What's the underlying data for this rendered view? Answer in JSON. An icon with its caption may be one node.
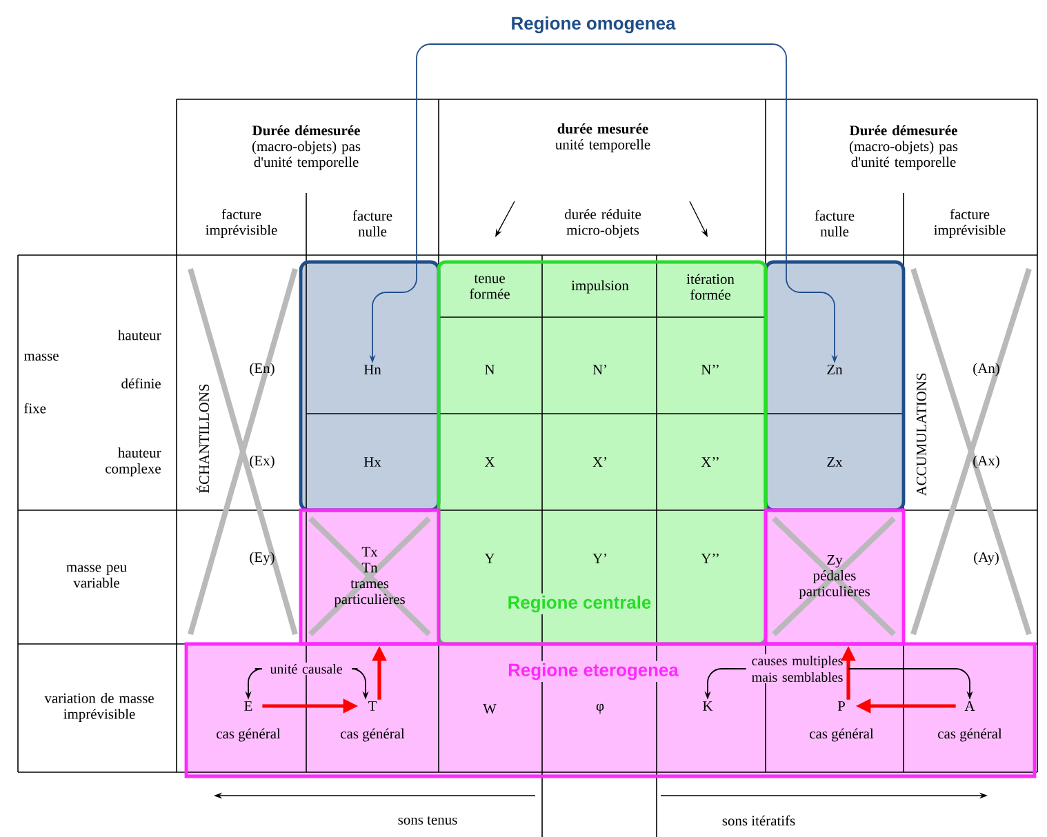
{
  "diagram": {
    "title": "Regione omogenea",
    "nodes": [
      {
        "text": [],
        "shape": "box"
      },
      {
        "text": [
          "Hn"
        ],
        "in": 0
      },
      {
        "text": [
          "Hx"
        ],
        "in": 0
      },
      {
        "text": [],
        "shape": "box"
      },
      {
        "text": [
          "Zn"
        ],
        "in": 3
      },
      {
        "text": [
          "Zx"
        ],
        "in": 3
      },
      {
        "text": [
          "Regione centrale"
        ]
      },
      {
        "text": [
          "Tx",
          "Tn",
          "trames particulières"
        ]
      },
      {
        "text": [
          "Zy",
          "pédales particulières"
        ]
      },
      {
        "text": [
          "Regione eterogenea"
        ]
      },
      {
        "text": [
          "E",
          "cas général"
        ],
        "in": 9
      },
      {
        "text": [
          "T",
          "cas général"
        ],
        "in": 9
      },
      {
        "text": [
          "W"
        ],
        "in": 9
      },
      {
        "text": [
          "φ"
        ],
        "in": 9
      },
      {
        "text": [
          "K"
        ],
        "in": 9
      },
      {
        "text": [
          "P",
          "cas général"
        ],
        "in": 9
      },
      {
        "text": [
          "A",
          "cas général"
        ],
        "in": 9
      },
      {
        "text": [
          "unité causale"
        ],
        "in": 9
      },
      {
        "text": [
          "causes multiples mais semblables"
        ],
        "in": 9
      }
    ],
    "edges": [
      {
        "from": 1,
        "to": 4,
        "arrow": "both",
        "color": "#1f4e89"
      },
      {
        "from": 10,
        "to": 11,
        "arrow": "to",
        "style": "thick",
        "color": "#ff0000"
      },
      {
        "from": 11,
        "to": 7,
        "arrow": "to",
        "style": "thick",
        "color": "#ff0000"
      },
      {
        "from": 16,
        "to": 15,
        "arrow": "to",
        "style": "thick",
        "color": "#ff0000"
      },
      {
        "from": 15,
        "to": 8,
        "arrow": "to",
        "style": "thick",
        "color": "#ff0000"
      },
      {
        "from": 17,
        "to": 10,
        "arrow": "to",
        "color": "#000000"
      },
      {
        "from": 17,
        "to": 11,
        "arrow": "to",
        "color": "#000000"
      },
      {
        "from": 18,
        "to": 14,
        "arrow": "to",
        "color": "#000000"
      },
      {
        "from": 18,
        "to": 16,
        "arrow": "to",
        "color": "#000000"
      }
    ],
    "labels": [
      "**Durée démesurée** (macro-objets) pas d'unité temporelle",
      "facture imprévisible",
      "facture nulle",
      "**durée mesurée** unité temporelle",
      "durée réduite micro-objets",
      "**Durée démesurée** (macro-objets) pas d'unité temporelle",
      "facture nulle",
      "facture imprévisible",
      "tenue formée",
      "impulsion",
      "itération formée",
      "hauteur",
      "masse",
      "définie",
      "fixe",
      "ÉCHANTILLONS",
      "(En)",
      "N",
      "N’",
      "N’’",
      "ACCUMULATIONS",
      "(An)",
      "hauteur complexe",
      "(Ex)",
      "X",
      "X’",
      "X’’",
      "(Ax)",
      "masse peu variable",
      "(Ey)",
      "Y",
      "Y’",
      "Y’’",
      "(Ay)",
      "variation de masse imprévisible",
      "sons tenus",
      "sons itératifs"
    ]
  }
}
